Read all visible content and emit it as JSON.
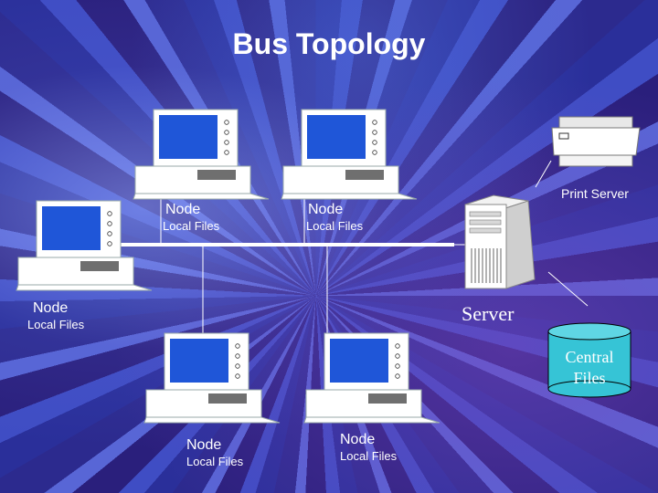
{
  "title": "Bus Topology",
  "nodes": [
    {
      "name": "Node",
      "files": "Local Files"
    },
    {
      "name": "Node",
      "files": "Local Files"
    },
    {
      "name": "Node",
      "files": "Local Files"
    },
    {
      "name": "Node",
      "files": "Local Files"
    },
    {
      "name": "Node",
      "files": "Local Files"
    }
  ],
  "print_server": {
    "label": "Print Server"
  },
  "server": {
    "label": "Server"
  },
  "central_files": {
    "line1": "Central",
    "line2": "Files"
  },
  "colors": {
    "screen": "#1f56d8",
    "case": "#ffffff",
    "drive": "#6f6f6f",
    "cylinder": "#36c4d6",
    "bus": "#ffffff"
  },
  "icons": [
    "computer-icon",
    "server-tower-icon",
    "printer-icon",
    "database-cylinder-icon"
  ]
}
